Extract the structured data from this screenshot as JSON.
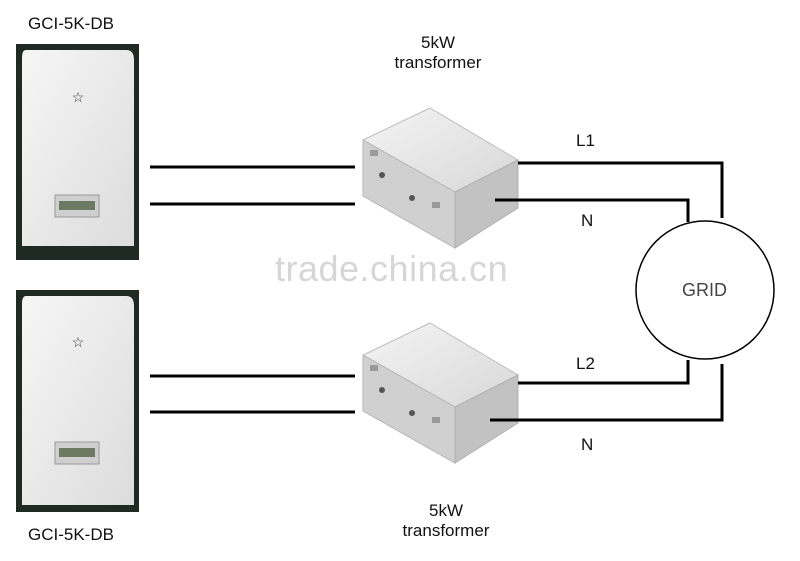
{
  "inverter_top": {
    "label": "GCI-5K-DB"
  },
  "inverter_bottom": {
    "label": "GCI-5K-DB"
  },
  "transformer_top": {
    "line1": "5kW",
    "line2": "transformer"
  },
  "transformer_bottom": {
    "line1": "5kW",
    "line2": "transformer"
  },
  "lines": {
    "l1": "L1",
    "n_top": "N",
    "l2": "L2",
    "n_bottom": "N"
  },
  "grid": {
    "label": "GRID"
  },
  "watermark": "trade.china.cn",
  "colors": {
    "wire": "#000000",
    "inverter_bg": "#1f2a24",
    "inverter_body": "#ececec",
    "transformer_body": "#e6e6e6"
  }
}
